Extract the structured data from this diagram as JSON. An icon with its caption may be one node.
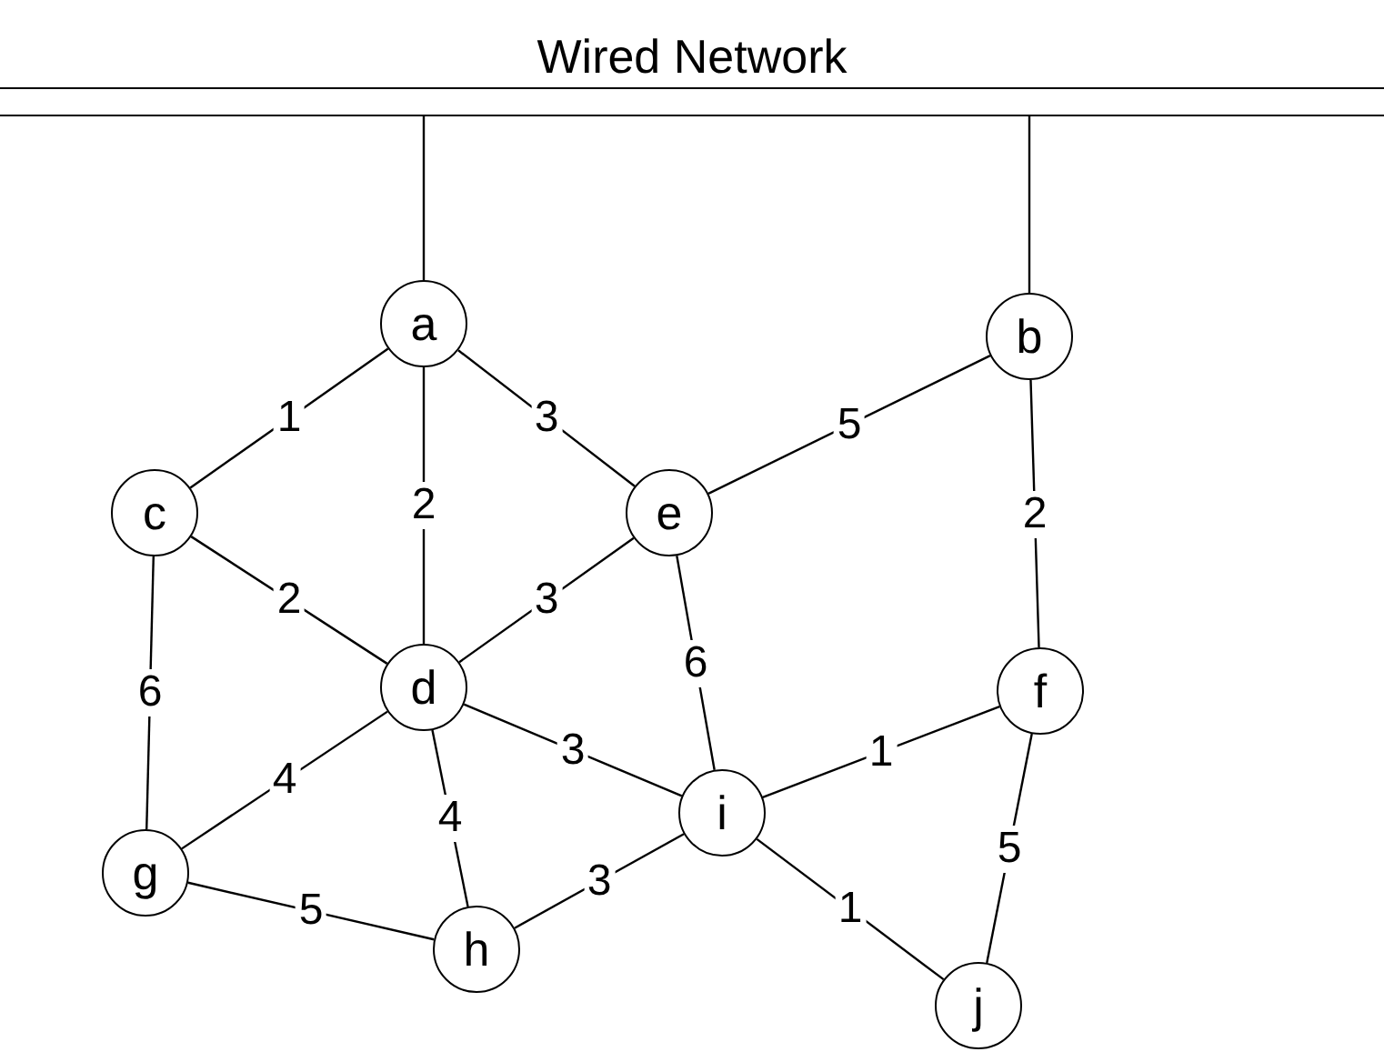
{
  "diagram": {
    "title": "Wired Network",
    "nodes": [
      {
        "text": [],
        "shape": "bar"
      },
      {
        "text": [
          "a"
        ]
      },
      {
        "text": [
          "b"
        ]
      },
      {
        "text": [
          "c"
        ]
      },
      {
        "text": [
          "e"
        ]
      },
      {
        "text": [
          "d"
        ]
      },
      {
        "text": [
          "f"
        ]
      },
      {
        "text": [
          "g"
        ]
      },
      {
        "text": [
          "i"
        ]
      },
      {
        "text": [
          "h"
        ]
      },
      {
        "text": [
          "j"
        ]
      }
    ],
    "edges": [
      {
        "from": 0,
        "to": 1,
        "arrow": "none"
      },
      {
        "from": 0,
        "to": 2,
        "arrow": "none"
      },
      {
        "from": 1,
        "to": 3,
        "arrow": "none",
        "label": "1"
      },
      {
        "from": 1,
        "to": 5,
        "arrow": "none",
        "label": "2"
      },
      {
        "from": 1,
        "to": 4,
        "arrow": "none",
        "label": "3"
      },
      {
        "from": 2,
        "to": 4,
        "arrow": "none",
        "label": "5"
      },
      {
        "from": 2,
        "to": 6,
        "arrow": "none",
        "label": "2"
      },
      {
        "from": 3,
        "to": 5,
        "arrow": "none",
        "label": "2"
      },
      {
        "from": 3,
        "to": 7,
        "arrow": "none",
        "label": "6"
      },
      {
        "from": 4,
        "to": 5,
        "arrow": "none",
        "label": "3"
      },
      {
        "from": 4,
        "to": 8,
        "arrow": "none",
        "label": "6"
      },
      {
        "from": 5,
        "to": 7,
        "arrow": "none",
        "label": "4"
      },
      {
        "from": 5,
        "to": 8,
        "arrow": "none",
        "label": "3"
      },
      {
        "from": 5,
        "to": 9,
        "arrow": "none",
        "label": "4"
      },
      {
        "from": 6,
        "to": 8,
        "arrow": "none",
        "label": "1"
      },
      {
        "from": 6,
        "to": 10,
        "arrow": "none",
        "label": "5"
      },
      {
        "from": 7,
        "to": 9,
        "arrow": "none",
        "label": "5"
      },
      {
        "from": 9,
        "to": 8,
        "arrow": "none",
        "label": "3"
      },
      {
        "from": 8,
        "to": 10,
        "arrow": "none",
        "label": "1"
      }
    ]
  }
}
